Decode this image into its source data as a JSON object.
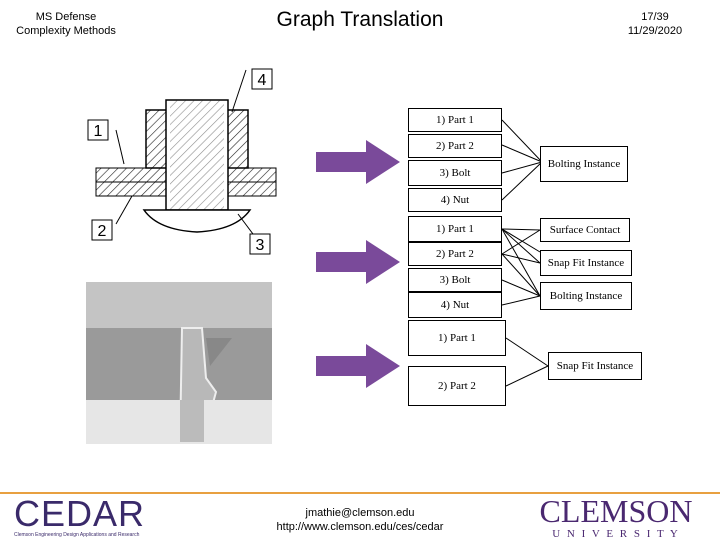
{
  "header": {
    "left_line1": "MS Defense",
    "left_line2": "Complexity Methods",
    "title": "Graph Translation",
    "page": "17/39",
    "date": "11/29/2020"
  },
  "callouts": [
    "4",
    "1",
    "2",
    "3"
  ],
  "graphs": [
    {
      "nodes": [
        "1) Part 1",
        "2) Part 2",
        "3) Bolt",
        "4) Nut"
      ],
      "relations": [
        "Bolting Instance"
      ]
    },
    {
      "nodes": [
        "1) Part 1",
        "2) Part 2",
        "3) Bolt",
        "4) Nut"
      ],
      "relations": [
        "Surface Contact",
        "Snap Fit Instance",
        "Bolting Instance"
      ]
    },
    {
      "nodes": [
        "1) Part 1",
        "2) Part 2"
      ],
      "relations": [
        "Snap Fit Instance"
      ]
    }
  ],
  "footer": {
    "logo_left": "CEDAR",
    "logo_left_sub": "Clemson Engineering Design Applications and Research",
    "email": "jmathie@clemson.edu",
    "url": "http://www.clemson.edu/ces/cedar",
    "logo_right": "CLEMSON",
    "logo_right_sub": "U N I V E R S I T Y"
  },
  "colors": {
    "arrow": "#7a4a9a",
    "clemson": "#4a2870",
    "cedar": "#3a2a6a",
    "accent": "#e8a040"
  }
}
